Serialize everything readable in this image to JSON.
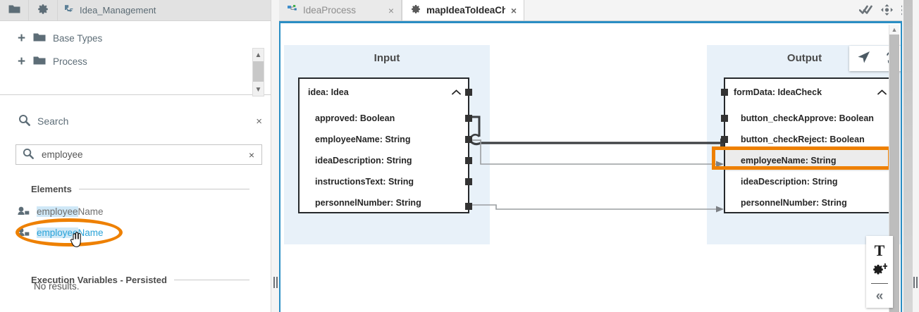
{
  "left_panel": {
    "toolbar": {
      "folder_icon": "folder-icon",
      "settings_icon": "gear-icon",
      "breadcrumb_icon": "process-node-icon",
      "breadcrumb_label": "Idea_Management"
    },
    "tree": [
      {
        "expand": "+",
        "icon": "folder-icon",
        "label": "Base Types"
      },
      {
        "expand": "+",
        "icon": "folder-icon",
        "label": "Process"
      }
    ],
    "search": {
      "header_icon": "search-icon",
      "header_title": "Search",
      "header_close": "×",
      "input_icon": "search-icon",
      "input_value": "employee",
      "input_placeholder": "Search",
      "input_clear": "×"
    },
    "sections": {
      "elements_title": "Elements",
      "exec_title": "Execution Variables - Persisted",
      "exec_empty": "No results."
    },
    "results": [
      {
        "icon": "user-variable-icon",
        "match": "employee",
        "rest": "Name",
        "state": "normal"
      },
      {
        "icon": "user-variable-icon",
        "match": "employee",
        "rest": "Name",
        "state": "selected"
      }
    ],
    "annotation": {
      "type": "ellipse-highlight",
      "color": "#ee8000"
    },
    "cursor": "hand-pointer-cursor"
  },
  "tabs": [
    {
      "icon": "process-diagram-icon",
      "label": "IdeaProcess",
      "close": "×",
      "active": false
    },
    {
      "icon": "gear-icon",
      "label": "mapIdeaToIdeaCheck",
      "close": "×",
      "active": true
    }
  ],
  "tab_actions": [
    {
      "icon": "double-check-icon"
    },
    {
      "icon": "expand-arrows-icon"
    },
    {
      "icon": "list-icon"
    }
  ],
  "canvas": {
    "border_color": "#2a8ec4",
    "lane_bg": "#e8f1f9",
    "float_toolbar": [
      {
        "icon": "pointer-arrow-icon"
      },
      {
        "icon": "refresh-sync-icon"
      }
    ],
    "side_toolbar": [
      {
        "icon": "text-tool-icon",
        "glyph": "T"
      },
      {
        "icon": "gear-plus-icon"
      },
      {
        "icon": "collapse-left-icon",
        "glyph": "«"
      }
    ],
    "input": {
      "title": "Input",
      "node_header": "idea: Idea",
      "collapse_icon": "chevron-up-icon",
      "fields": [
        "approved: Boolean",
        "employeeName: String",
        "ideaDescription: String",
        "instructionsText: String",
        "personnelNumber: String"
      ]
    },
    "output": {
      "title": "Output",
      "node_header": "formData: IdeaCheck",
      "collapse_icon": "chevron-up-icon",
      "fields": [
        "button_checkApprove: Boolean",
        "button_checkReject: Boolean",
        "employeeName: String",
        "ideaDescription: String",
        "personnelNumber: String"
      ],
      "selected_field": "employeeName: String",
      "highlight_color": "#ee8000"
    },
    "mappings": [
      {
        "from": "employeeName: String",
        "to": "employeeName: String",
        "emphasis": "strong"
      },
      {
        "from": "ideaDescription: String",
        "to": "ideaDescription: String",
        "emphasis": "normal"
      },
      {
        "from": "personnelNumber: String",
        "to": "personnelNumber: String",
        "emphasis": "normal"
      }
    ]
  }
}
